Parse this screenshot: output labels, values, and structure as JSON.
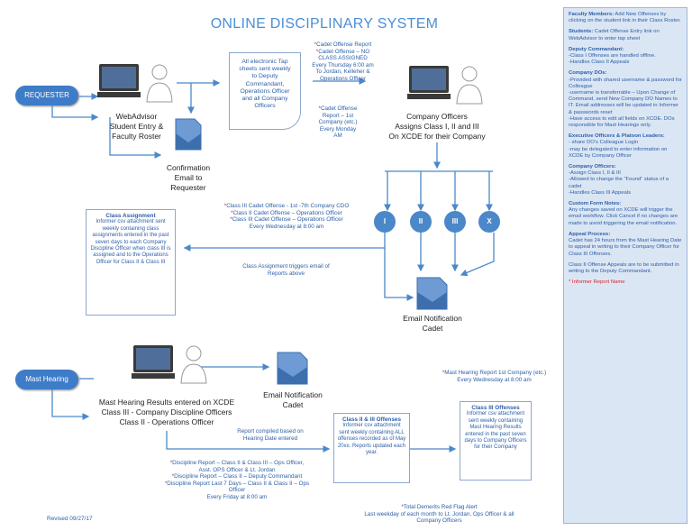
{
  "title": "ONLINE DISCIPLINARY SYSTEM",
  "requester": "REQUESTER",
  "mast_hearing": "Mast Hearing",
  "webadvisor_label": [
    "WebAdvisor",
    "Student Entry &",
    "Faculty Roster"
  ],
  "confirmation_label": [
    "Confirmation",
    "Email to",
    "Requester"
  ],
  "tap_sheet_note": [
    "All  electronic Tap",
    "sheets sent weekly",
    "to Deputy",
    "Commandant,",
    "Operations Officer",
    "and all Company",
    "Officers"
  ],
  "report_notes_1": {
    "line1": "Cadet Offense Report",
    "line2": "Cadet Offense – NO",
    "line3": "CLASS ASSIGNED",
    "line4": "Every Thursday 6:00 am",
    "line5": "To Jordan, Kelleher &",
    "line6": "Operations  Officer"
  },
  "report_notes_2": [
    "Cadet Offense",
    "Report – 1st",
    "Company (etc.)",
    "Every Monday",
    "AM"
  ],
  "company_officers_label": [
    "Company Officers",
    "Assigns Class I,  II and III",
    "On XCDE for their Company"
  ],
  "circles": [
    "I",
    "II",
    "III",
    "X"
  ],
  "class_notes": {
    "line1": "Class III Cadet Offense - 1st -7th Company CDO",
    "line2": "Class II Cadet Offense – Operations Officer",
    "line3": "Class III Cadet Offense – Operations Officer",
    "line4": "Every Wednesday at 8:00 am"
  },
  "class_assignment_box": {
    "heading": "Class Assignment",
    "body": "Informer csv attachment sent weekly containing class assignments entered in the past seven days to each Company Discipline Officer when class III is assigned and to the Operations Officer for Class II & Class III"
  },
  "trigger_note": [
    "Class Assignment triggers email of",
    "Reports above"
  ],
  "email_notification_cadet_1": [
    "Email Notification",
    "Cadet"
  ],
  "email_notification_cadet_2": [
    "Email Notification",
    "Cadet"
  ],
  "mast_results": [
    "Mast Hearing Results entered on XCDE",
    "Class III -  Company Discipline Officers",
    "Class II - Operations Officer"
  ],
  "report_compiled": [
    "Report compiled based on",
    "Hearing Date entered"
  ],
  "discipline_reports": [
    "Discipline Report – Class II & Class III – Ops Officer,",
    "Asst. OPS Officer & Lt. Jordan",
    "Discipline Report – Class II – Deputy Commandant",
    "Discipline Report Last 7 Days – Class II & Class II – Ops",
    "Officer",
    "Every Friday at 8:00 am"
  ],
  "class_offenses_box": {
    "heading": "Class II & III Offenses",
    "body": "Informer csv attachment sent weekly containing ALL offenses recorded as of May 20xx.  Reports updated each year."
  },
  "class3_offenses_box": {
    "heading": "Class III Offenses",
    "body": "Informer csv attachment sent weekly containing Mast Hearing Results entered in the past seven days to Company Officers for their Company"
  },
  "mast_report_note": [
    "Mast Hearing  Report 1st Company (etc.)",
    "Every Wednesday  at 8:00 am"
  ],
  "demerits_note": [
    "Total Demerits Red Flag Alert",
    "Last weekday of each month to Lt. Jordan,  Ops Officer & all",
    "Company Officers"
  ],
  "revised": "Revised 09/27/17",
  "sidebar": {
    "faculty": {
      "h": "Faculty Members:",
      "t": " Add New Offenses by clicking on the student link in their Class Roster."
    },
    "students": {
      "h": "Students:",
      "t": " Cadet Offense Entry link on WebAdvisor to enter tap sheet"
    },
    "deputy": {
      "h": "Deputy Commandant:",
      "l1": "-Class I Offenses are handled offline.",
      "l2": "-Handles Class II Appeals"
    },
    "company_dos": {
      "h": "Company DOs:",
      "l1": "-Provided with shared  username & password for Colleague",
      "l2": "-username is transferrable – Upon Change of Command, send New Company DO Names to IT.  Email addresses will be updated  in Informer &  passwords reset",
      "l3": "-Have access to edit all fields on XCDE.   DOs responsible for Mast Hearings only."
    },
    "exec": {
      "h": "Executive Officers & Platoon Leaders:",
      "l1": "- share DO’s Colleague Login",
      "l2": "-may be delegated to enter information on XCDE by Company Officer"
    },
    "company_officers": {
      "h": "Company Officers:",
      "l1": "-Assign Class I, II & III",
      "l2": "-Allowed to change the “Found” status of a cadet",
      "l3": "-Handles Class III Appeals"
    },
    "custom": {
      "h": "Custom Form Notes:",
      "t": "Any changes saved on XCDE will trigger the email workflow.  Click Cancel if no changes are made to avoid triggering the email notification."
    },
    "appeal": {
      "h": "Appeal Process:",
      "t": "Cadet has 24 hours from the Mast Hearing Date to appeal in writing to their Company Officer for Class III Offenses."
    },
    "class2": {
      "t": "Class II Offense Appeals are to be submitted in writing to the Deputy Commandant."
    },
    "informer": "* Informer Report Name"
  },
  "colors": {
    "accent": "#3d7cc9",
    "text_blue": "#2d5fa6",
    "red": "#d6242a",
    "sidebar_bg": "#dbe6f4"
  }
}
